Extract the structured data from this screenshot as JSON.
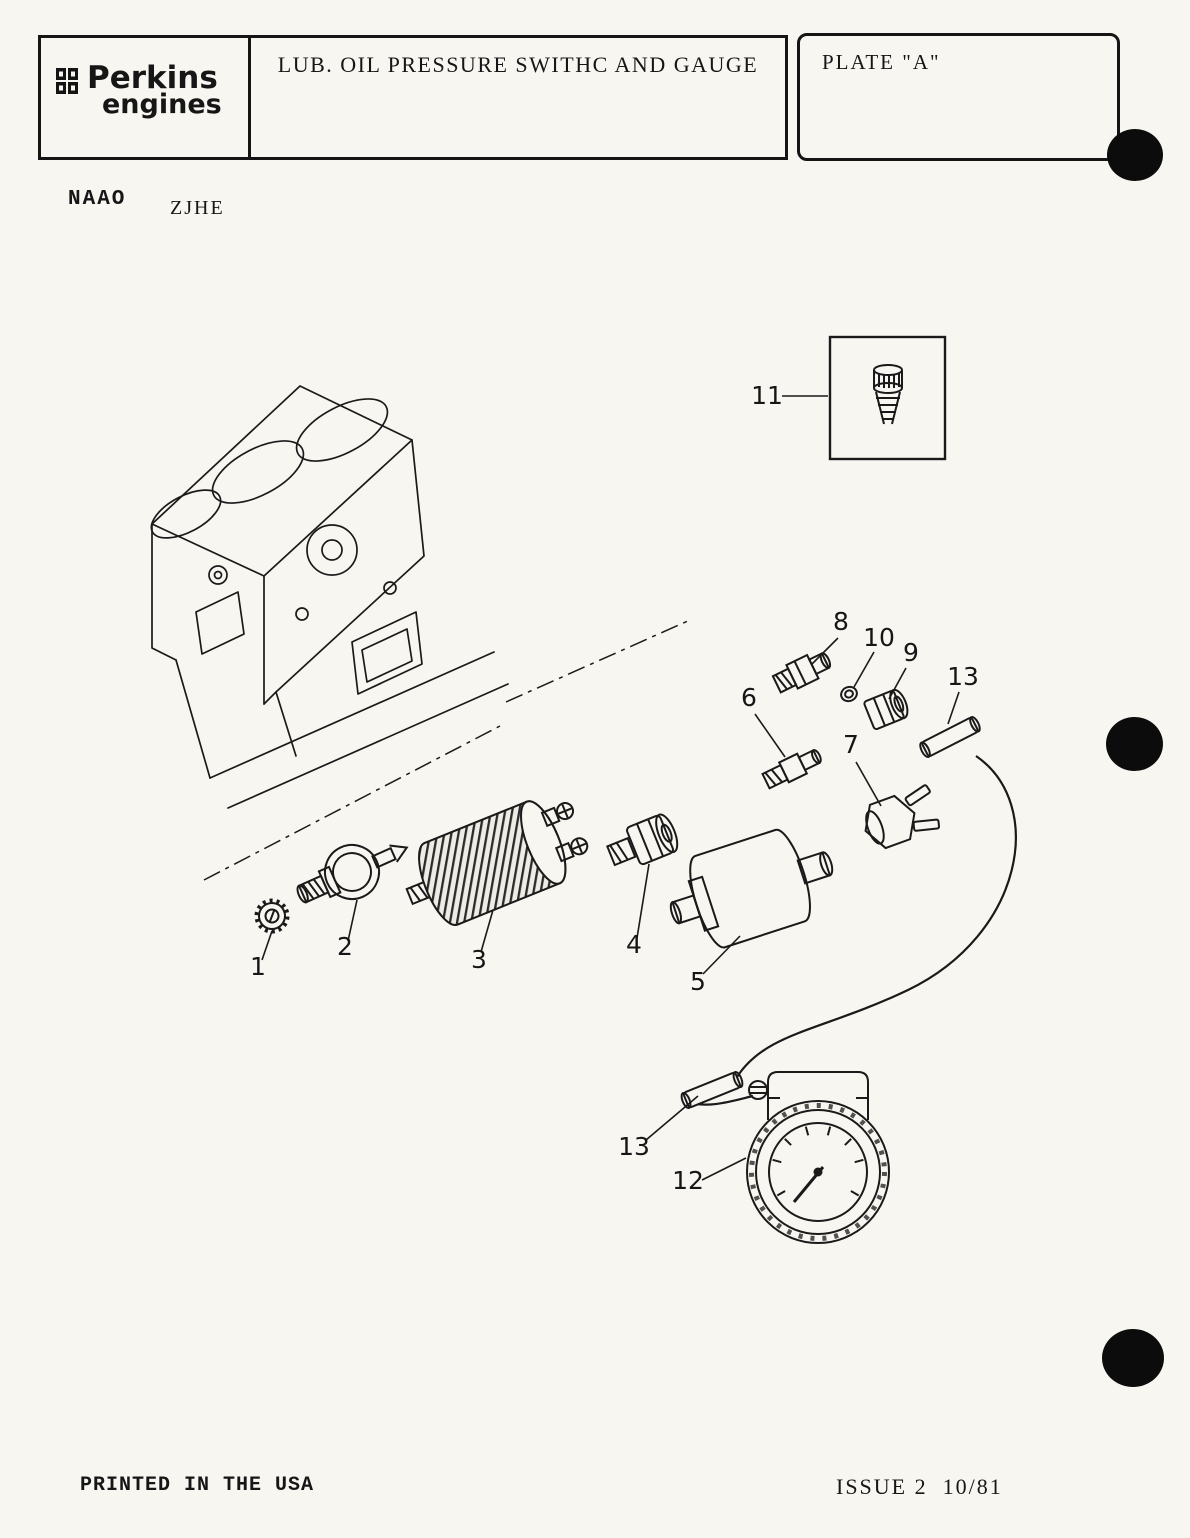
{
  "header": {
    "logo_line1": "Perkins",
    "logo_line2": "engines",
    "title": "LUB. OIL PRESSURE SWITHC AND GAUGE",
    "plate_label": "PLATE \"A\""
  },
  "codes": {
    "left": "NAAO",
    "right": "ZJHE"
  },
  "diagram": {
    "description": "Exploded parts view: lubricating oil pressure switch and gauge on engine block",
    "labels": [
      "1",
      "2",
      "3",
      "4",
      "5",
      "6",
      "7",
      "8",
      "9",
      "10",
      "11",
      "12",
      "13",
      "13"
    ]
  },
  "footer": {
    "left": "PRINTED IN THE USA",
    "right": "ISSUE 2  10/81"
  }
}
